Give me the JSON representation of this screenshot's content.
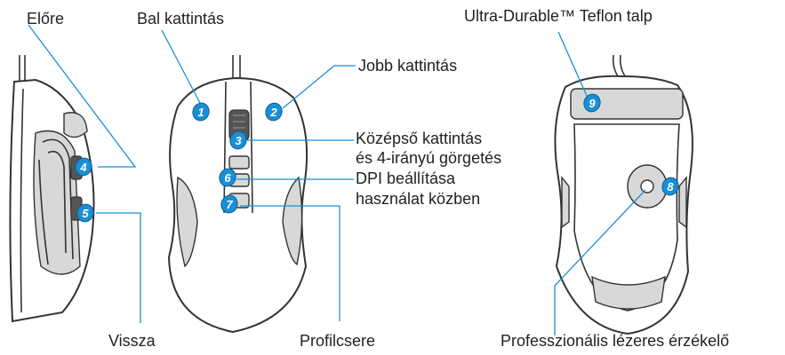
{
  "labels": {
    "elore": "Előre",
    "bal_kattintas": "Bal kattintás",
    "jobb_kattintas": "Jobb kattintás",
    "kozepso_1": "Középső kattintás",
    "kozepso_2": "és 4-irányú görgetés",
    "dpi_1": "DPI beállítása",
    "dpi_2": "használat közben",
    "vissza": "Vissza",
    "profilcsere": "Profilcsere",
    "teflon": "Ultra-Durable™ Teflon talp",
    "lezeres": "Professzionális lézeres érzékelő"
  },
  "badges": {
    "b1": "1",
    "b2": "2",
    "b3": "3",
    "b4": "4",
    "b5": "5",
    "b6": "6",
    "b7": "7",
    "b8": "8",
    "b9": "9"
  },
  "colors": {
    "accent": "#1a8fd6",
    "badge_fill": "#1a8fd6",
    "outline": "#333333"
  }
}
